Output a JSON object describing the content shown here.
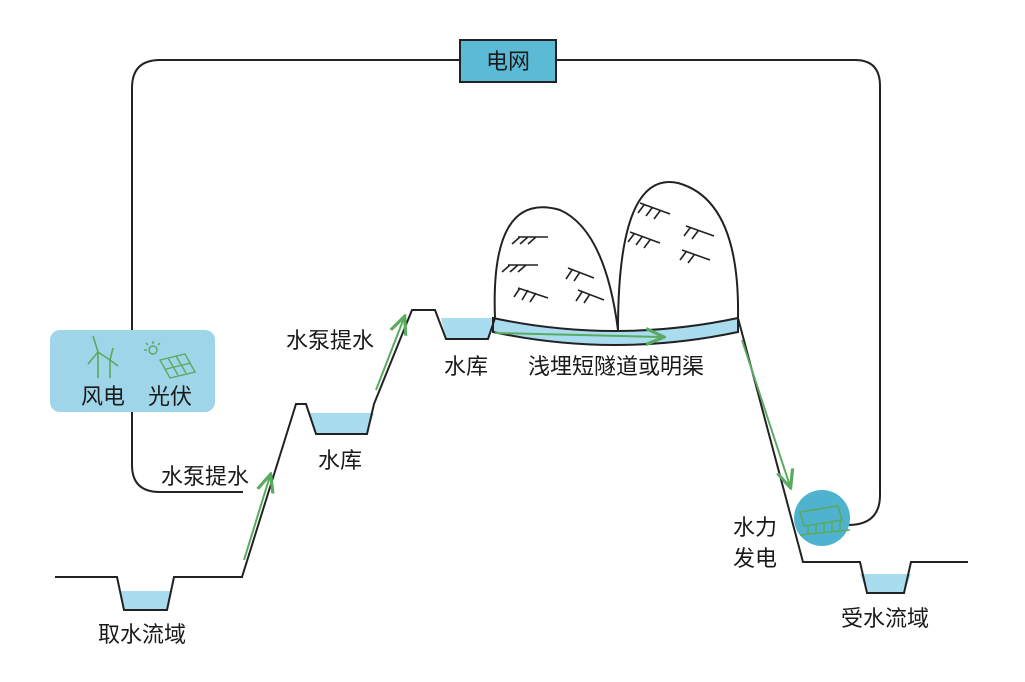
{
  "grid": {
    "label": "电网"
  },
  "renewables": {
    "wind_label": "风电",
    "solar_label": "光伏"
  },
  "labels": {
    "source_basin": "取水流域",
    "pump_1": "水泵提水",
    "reservoir_1": "水库",
    "pump_2": "水泵提水",
    "reservoir_2": "水库",
    "tunnel": "浅埋短隧道或明渠",
    "hydro_line1": "水力",
    "hydro_line2": "发电",
    "receiving_basin": "受水流域"
  },
  "colors": {
    "water": "#a9dcee",
    "panel": "#9fd5e8",
    "grid_box": "#5bbbd6",
    "arrow": "#5aaa5f",
    "line": "#222222",
    "turbine": "#4fb2cf"
  }
}
